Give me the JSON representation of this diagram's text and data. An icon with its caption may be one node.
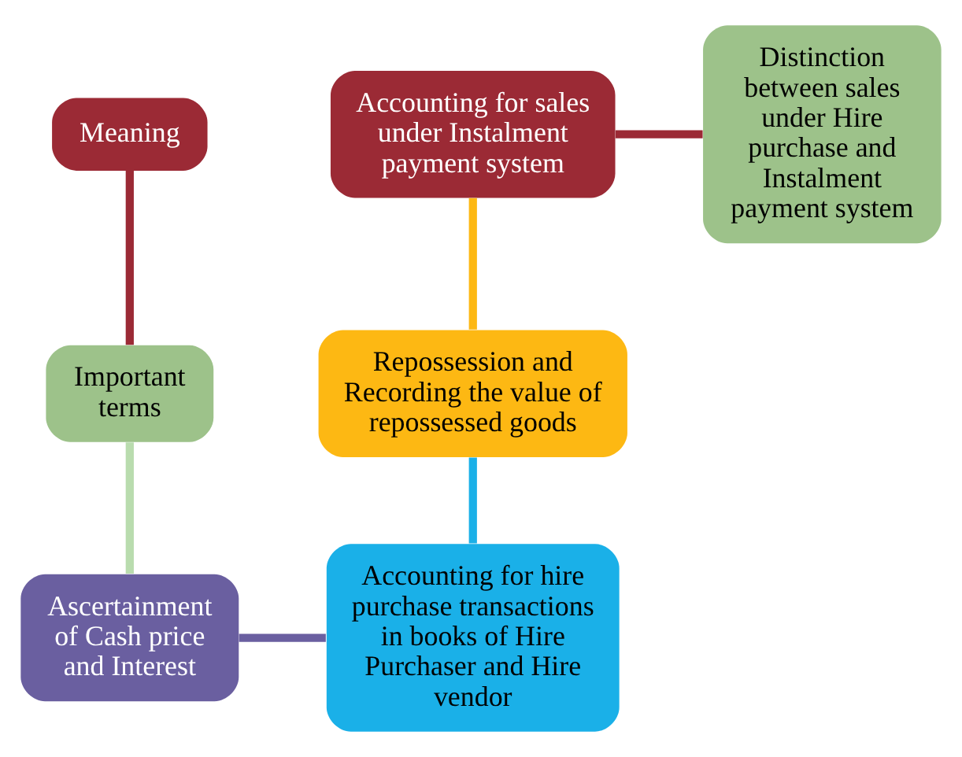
{
  "diagram": {
    "nodes": [
      {
        "text": [
          "Meaning"
        ]
      },
      {
        "text": [
          "Accounting for sales under Instalment payment system"
        ]
      },
      {
        "text": [
          "Distinction between sales under Hire purchase and Instalment payment system"
        ]
      },
      {
        "text": [
          "Important terms"
        ]
      },
      {
        "text": [
          "Repossession and Recording the value of repossessed goods"
        ]
      },
      {
        "text": [
          "Ascertainment of Cash price and Interest"
        ]
      },
      {
        "text": [
          "Accounting for hire purchase transactions in books of Hire Purchaser and Hire vendor"
        ]
      }
    ],
    "edges": [
      {
        "from": 0,
        "to": 3,
        "arrow": "none",
        "color": "#9b2a35"
      },
      {
        "from": 3,
        "to": 5,
        "arrow": "none",
        "color": "#b9dcae"
      },
      {
        "from": 5,
        "to": 6,
        "arrow": "none",
        "color": "#6a5fa0"
      },
      {
        "from": 6,
        "to": 4,
        "arrow": "none",
        "color": "#1ab0e8"
      },
      {
        "from": 4,
        "to": 1,
        "arrow": "none",
        "color": "#fdb813"
      },
      {
        "from": 1,
        "to": 2,
        "arrow": "none",
        "color": "#9b2a35"
      }
    ]
  }
}
